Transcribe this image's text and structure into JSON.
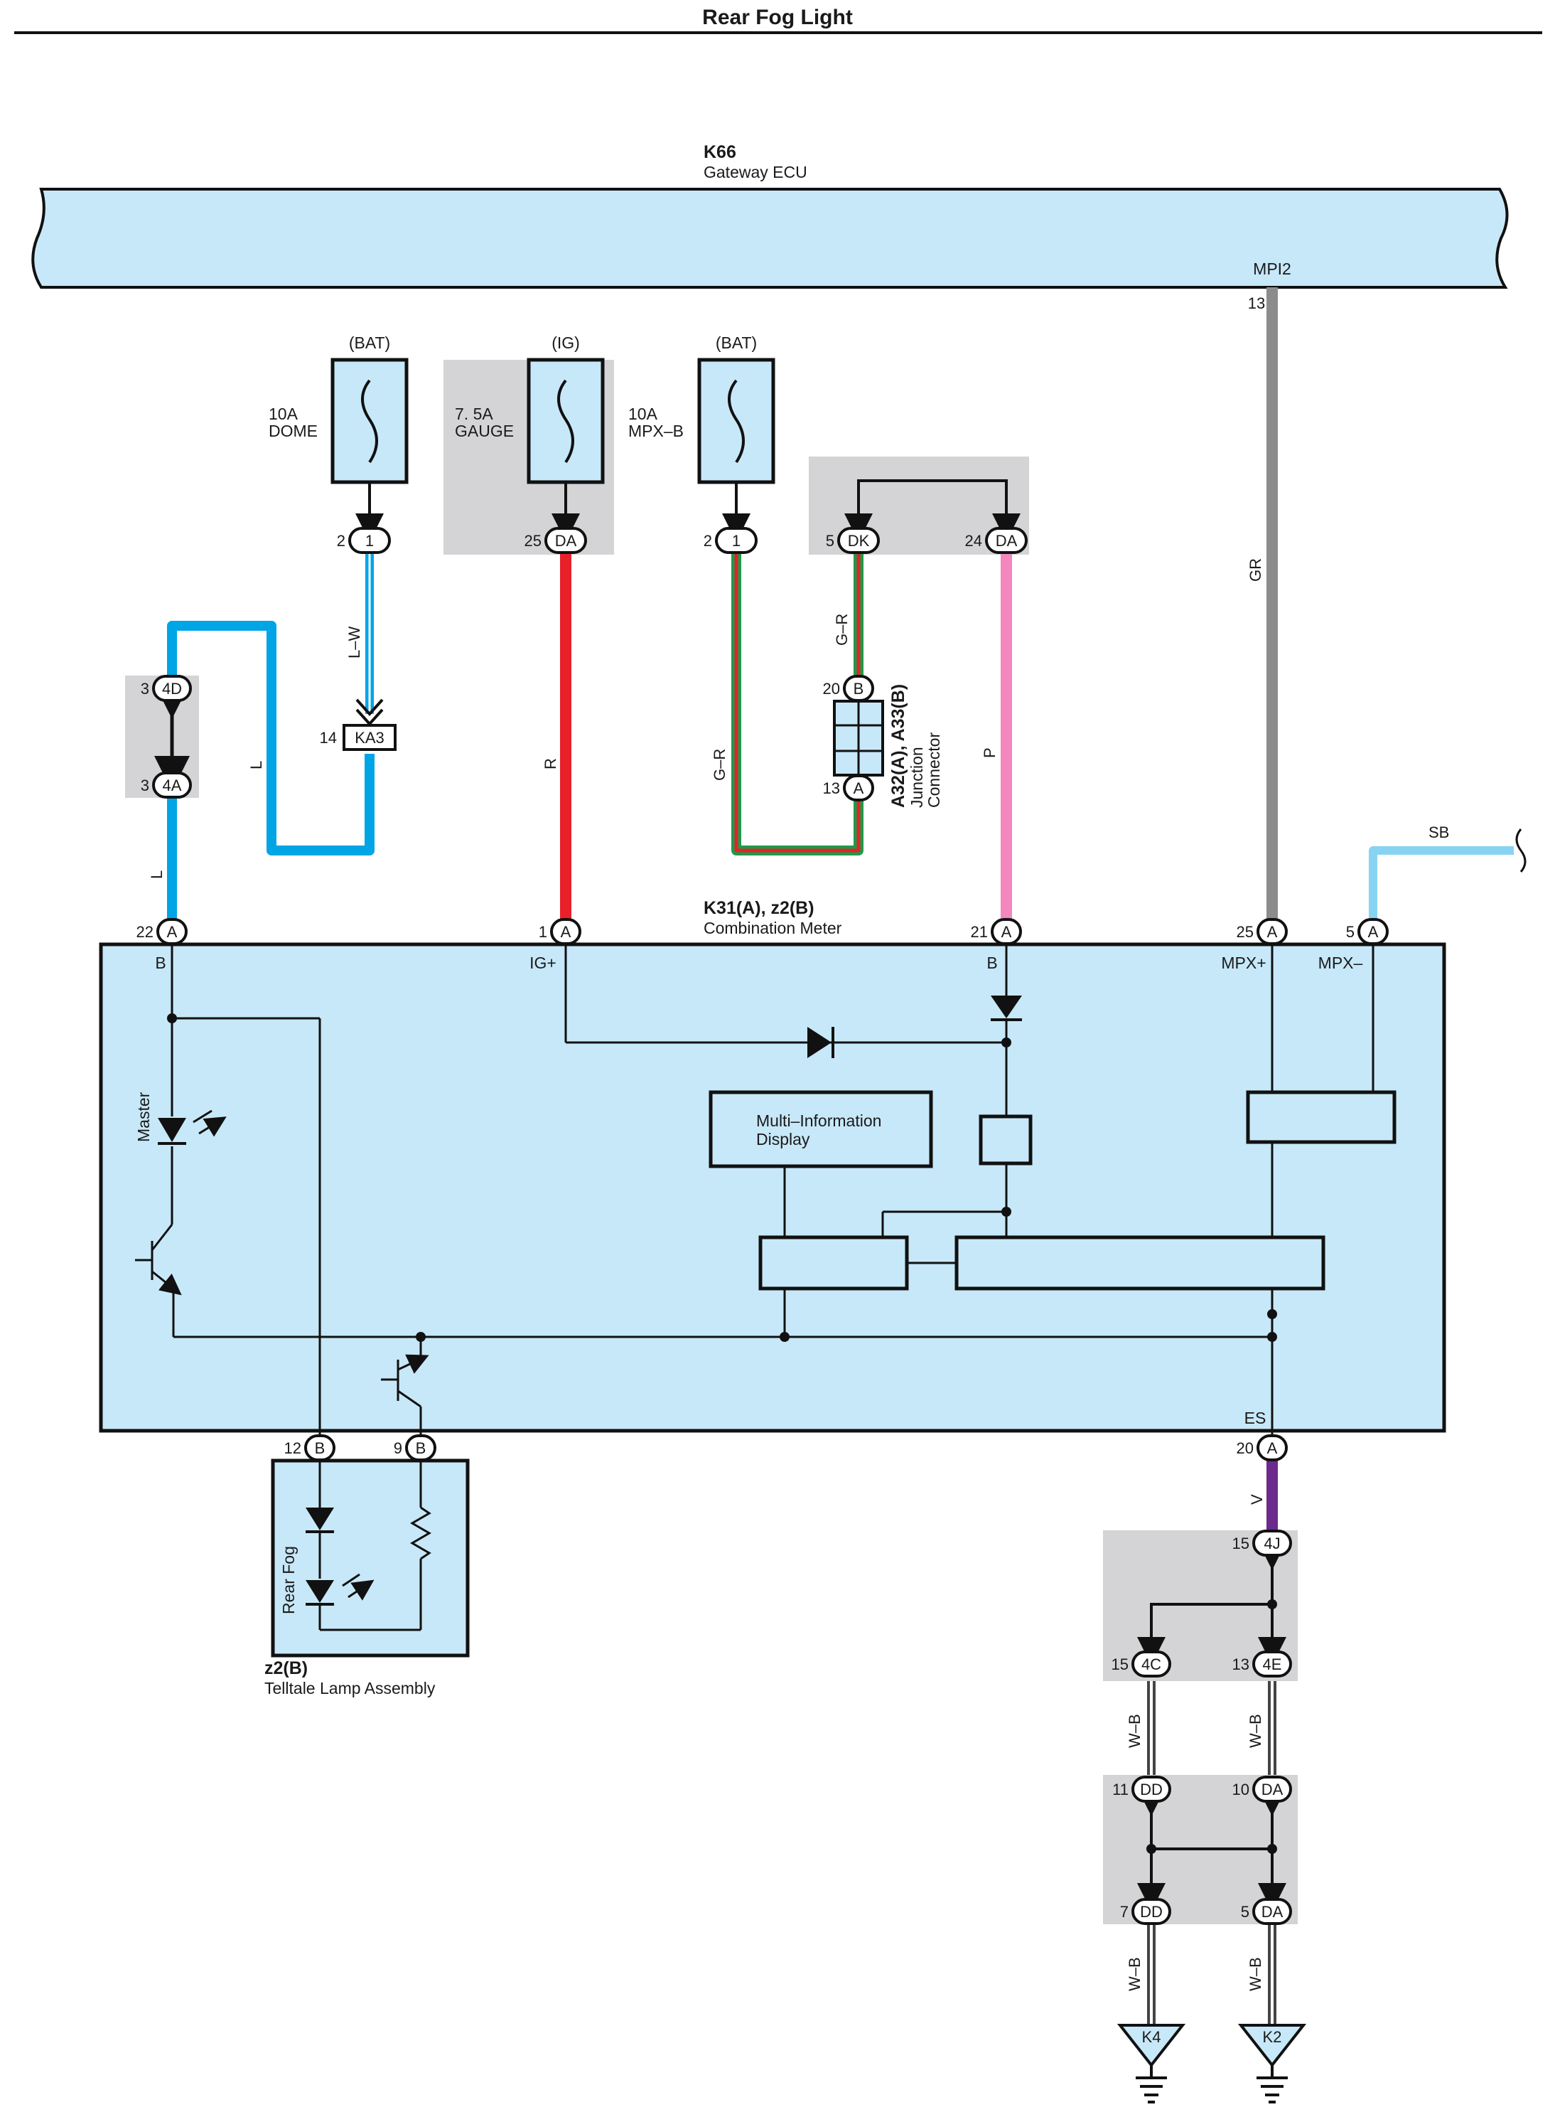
{
  "title": "Rear Fog Light",
  "gateway_ecu": {
    "code": "K66",
    "name": "Gateway ECU",
    "terminal": "MPI2",
    "pin": "13"
  },
  "fuses": [
    {
      "supply": "(BAT)",
      "rating": "10A",
      "name": "DOME"
    },
    {
      "supply": "(IG)",
      "rating": "7. 5A",
      "name": "GAUGE"
    },
    {
      "supply": "(BAT)",
      "rating": "10A",
      "name": "MPX–B"
    }
  ],
  "wire_colors": {
    "L": "#00a5e6",
    "L-W": "#00a5e6",
    "R": "#e8202a",
    "G-R": "#1e9a48",
    "P": "#f387be",
    "GR": "#8c8c8c",
    "SB": "#87d3f2",
    "V": "#6c2a8c",
    "W-B": "#444444"
  },
  "wire_labels": {
    "lw": "L–W",
    "l1": "L",
    "l2": "L",
    "r": "R",
    "gr1": "G–R",
    "gr2": "G–R",
    "p": "P",
    "gr": "GR",
    "sb": "SB",
    "v": "V",
    "wb1": "W–B",
    "wb2": "W–B",
    "wb3": "W–B",
    "wb4": "W–B"
  },
  "junction_connector": {
    "code": "A32(A), A33(B)",
    "line1": "Junction",
    "line2": "Connector"
  },
  "combination_meter": {
    "code": "K31(A), z2(B)",
    "name": "Combination Meter",
    "terminals": {
      "b1": "B",
      "ig": "IG+",
      "b2": "B",
      "mpxp": "MPX+",
      "mpxm": "MPX–",
      "es": "ES"
    },
    "master_label": "Master",
    "mid_line1": "Multi–Information",
    "mid_line2": "Display"
  },
  "telltale": {
    "code": "z2(B)",
    "name": "Telltale Lamp Assembly",
    "lamp_label": "Rear Fog"
  },
  "connectors": {
    "dome_out": "1",
    "gauge_out": "DA",
    "mpxb_out": "1",
    "dk": "DK",
    "da24": "DA",
    "ka3": "KA3",
    "c4d": "4D",
    "c4a": "4A",
    "jb": "B",
    "ja": "A",
    "m22": "A",
    "m1": "A",
    "m21": "A",
    "m25": "A",
    "m5": "A",
    "m20": "A",
    "t12": "B",
    "t9": "B",
    "c4j": "4J",
    "c4c": "4C",
    "c4e": "4E",
    "cdd11": "DD",
    "cda10": "DA",
    "cdd7": "DD",
    "cda5": "DA"
  },
  "pins": {
    "dome": "2",
    "gauge": "25",
    "mpxb": "2",
    "dk": "5",
    "da24": "24",
    "ka3": "14",
    "c4d": "3",
    "c4a": "3",
    "jb": "20",
    "ja": "13",
    "m22": "22",
    "m1": "1",
    "m21": "21",
    "m25": "25",
    "m5": "5",
    "m20": "20",
    "t12": "12",
    "t9": "9",
    "c4j": "15",
    "c4c": "15",
    "c4e": "13",
    "cdd11": "11",
    "cda10": "10",
    "cdd7": "7",
    "cda5": "5"
  },
  "grounds": [
    "K4",
    "K2"
  ]
}
